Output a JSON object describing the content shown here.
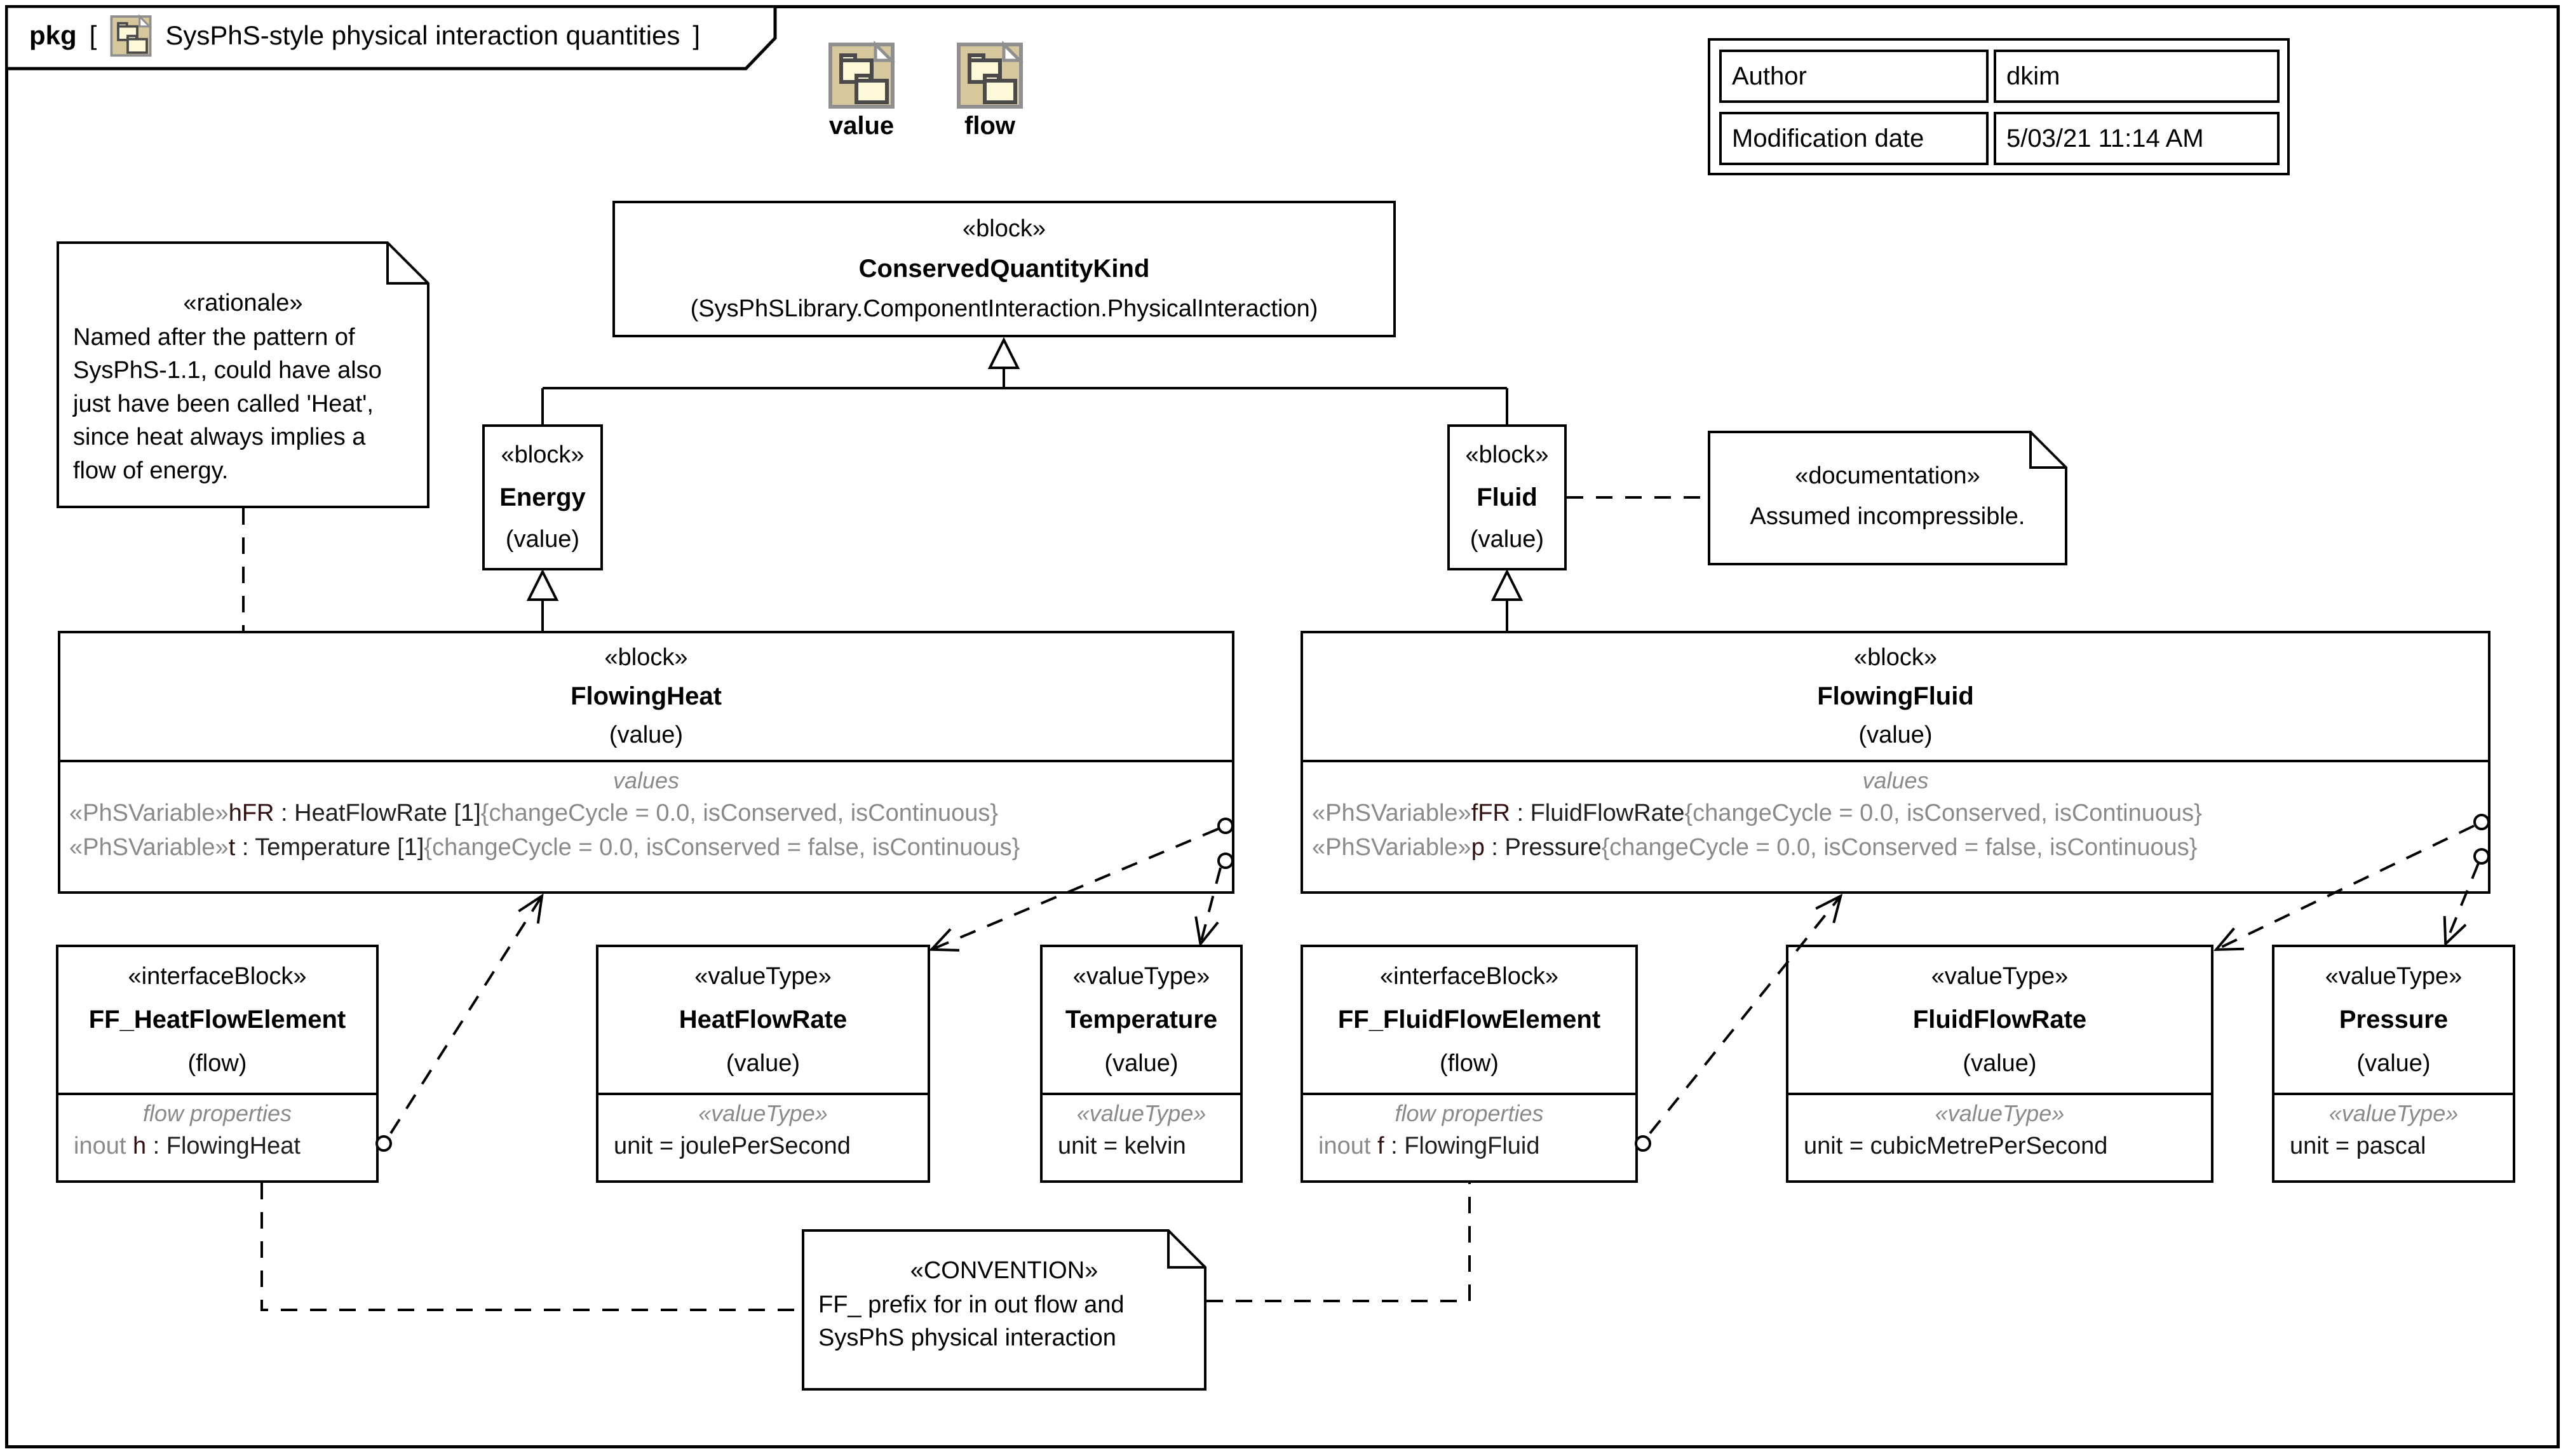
{
  "frame": {
    "keyword": "pkg",
    "bracket_open": "[",
    "bracket_close": "]",
    "diagram_title": "SysPhS-style physical interaction quantities"
  },
  "palette": {
    "value_label": "value",
    "flow_label": "flow"
  },
  "info_table": {
    "author_label": "Author",
    "author_value": "dkim",
    "moddate_label": "Modification date",
    "moddate_value": "5/03/21 11:14 AM"
  },
  "blocks": {
    "conserved": {
      "stereotype": "«block»",
      "name": "ConservedQuantityKind",
      "qualifier": "(SysPhSLibrary.ComponentInteraction.PhysicalInteraction)"
    },
    "energy": {
      "stereotype": "«block»",
      "name": "Energy",
      "kind": "(value)"
    },
    "fluid": {
      "stereotype": "«block»",
      "name": "Fluid",
      "kind": "(value)"
    },
    "flowingHeat": {
      "stereotype": "«block»",
      "name": "FlowingHeat",
      "kind": "(value)",
      "compartment_label": "values",
      "values": [
        {
          "stereo": "«PhSVariable»",
          "name": "hFR",
          "type": " : HeatFlowRate [1]",
          "constraint": "{changeCycle = 0.0, isConserved, isContinuous}"
        },
        {
          "stereo": "«PhSVariable»",
          "name": "t",
          "type": " : Temperature [1]",
          "constraint": "{changeCycle = 0.0, isConserved = false, isContinuous}"
        }
      ]
    },
    "flowingFluid": {
      "stereotype": "«block»",
      "name": "FlowingFluid",
      "kind": "(value)",
      "compartment_label": "values",
      "values": [
        {
          "stereo": "«PhSVariable»",
          "name": "fFR",
          "type": " : FluidFlowRate",
          "constraint": "{changeCycle = 0.0, isConserved, isContinuous}"
        },
        {
          "stereo": "«PhSVariable»",
          "name": "p",
          "type": " : Pressure",
          "constraint": "{changeCycle = 0.0, isConserved = false, isContinuous}"
        }
      ]
    },
    "ffHeat": {
      "stereotype": "«interfaceBlock»",
      "name": "FF_HeatFlowElement",
      "kind": "(flow)",
      "compartment_label": "flow properties",
      "property": {
        "prefix": "inout ",
        "name": "h",
        "type": " : FlowingHeat"
      }
    },
    "ffFluid": {
      "stereotype": "«interfaceBlock»",
      "name": "FF_FluidFlowElement",
      "kind": "(flow)",
      "compartment_label": "flow properties",
      "property": {
        "prefix": "inout ",
        "name": "f",
        "type": " : FlowingFluid"
      }
    },
    "heatFlowRate": {
      "stereotype": "«valueType»",
      "name": "HeatFlowRate",
      "kind": "(value)",
      "compartment_label": "«valueType»",
      "unit": "unit = joulePerSecond"
    },
    "temperature": {
      "stereotype": "«valueType»",
      "name": "Temperature",
      "kind": "(value)",
      "compartment_label": "«valueType»",
      "unit": "unit = kelvin"
    },
    "fluidFlowRate": {
      "stereotype": "«valueType»",
      "name": "FluidFlowRate",
      "kind": "(value)",
      "compartment_label": "«valueType»",
      "unit": "unit = cubicMetrePerSecond"
    },
    "pressure": {
      "stereotype": "«valueType»",
      "name": "Pressure",
      "kind": "(value)",
      "compartment_label": "«valueType»",
      "unit": "unit = pascal"
    }
  },
  "notes": {
    "rationale": {
      "stereotype": "«rationale»",
      "text": "Named after the pattern of SysPhS-1.1, could have also just have been called 'Heat', since heat always implies a flow of energy."
    },
    "documentation": {
      "stereotype": "«documentation»",
      "text": "Assumed incompressible."
    },
    "convention": {
      "stereotype": "«CONVENTION»",
      "text": "FF_ prefix for in out flow and SysPhS physical interaction"
    }
  },
  "colors": {
    "muted": "#8a8a8a",
    "line": "#000000",
    "background": "#ffffff",
    "icon_body": "#d6c79c",
    "icon_inner": "#fdf8d8"
  }
}
